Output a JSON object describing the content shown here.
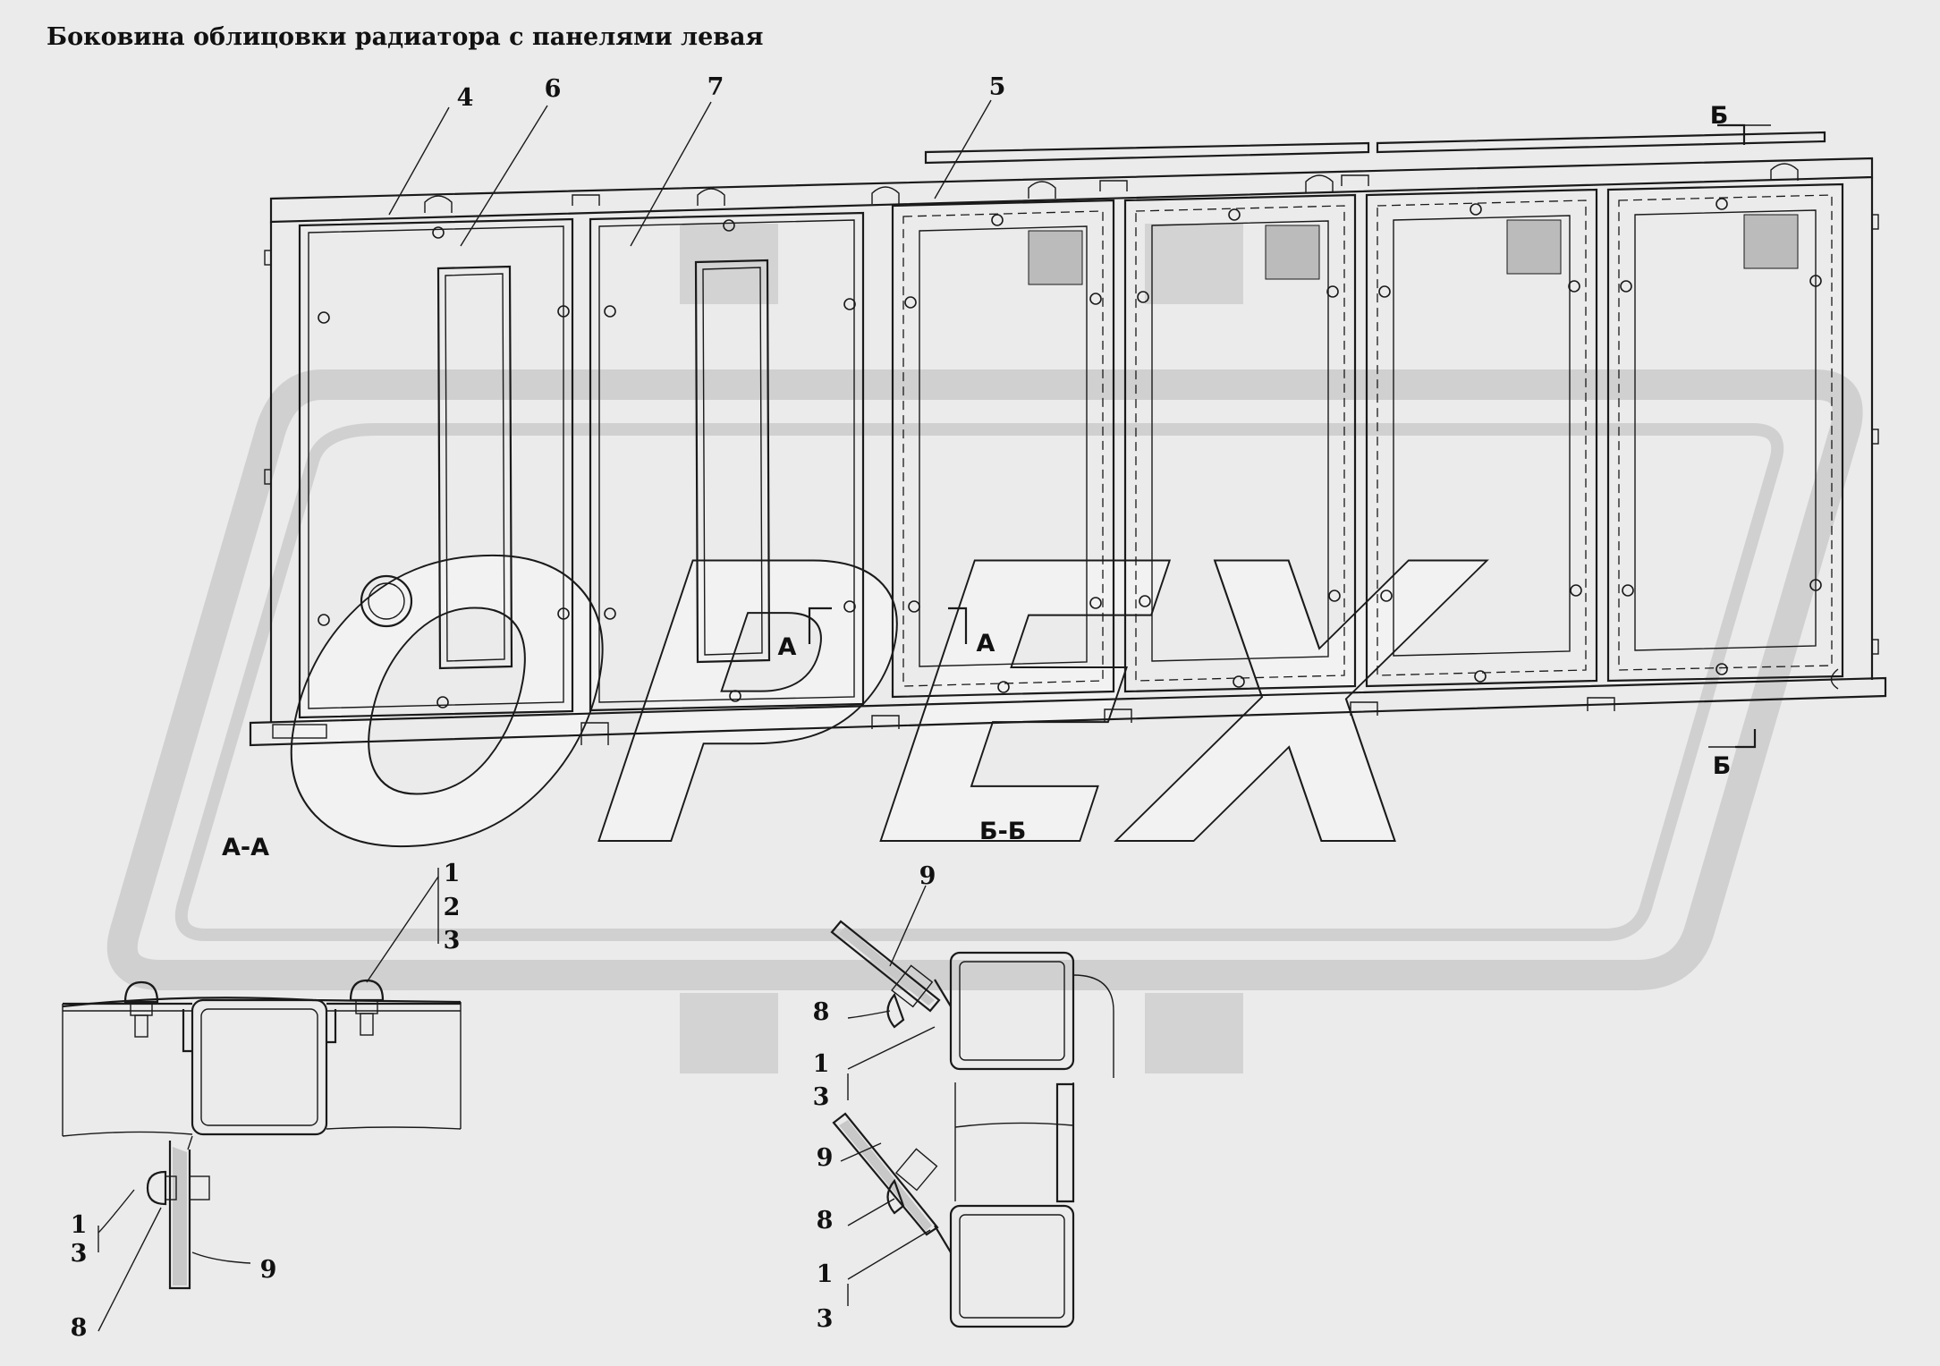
{
  "title": "Боковина облицовки радиатора с панелями левая",
  "watermark": {
    "text": "ОРЕХ",
    "color": "#d0d0d0"
  },
  "callouts": {
    "main": [
      "4",
      "6",
      "7",
      "5"
    ],
    "section_a": [
      "1",
      "2",
      "3",
      "1",
      "3",
      "9",
      "8"
    ],
    "section_b_upper": [
      "9",
      "8",
      "1",
      "3"
    ],
    "section_b_lower": [
      "9",
      "8",
      "1",
      "3"
    ]
  },
  "section_marks": {
    "a_left": "А",
    "a_right": "А",
    "b_top": "Б",
    "b_bottom": "Б"
  },
  "section_titles": {
    "aa": "А-А",
    "bb": "Б-Б"
  },
  "colors": {
    "line": "#1a1a1a",
    "background": "#ebebeb",
    "watermark": "#d0d0d0"
  }
}
